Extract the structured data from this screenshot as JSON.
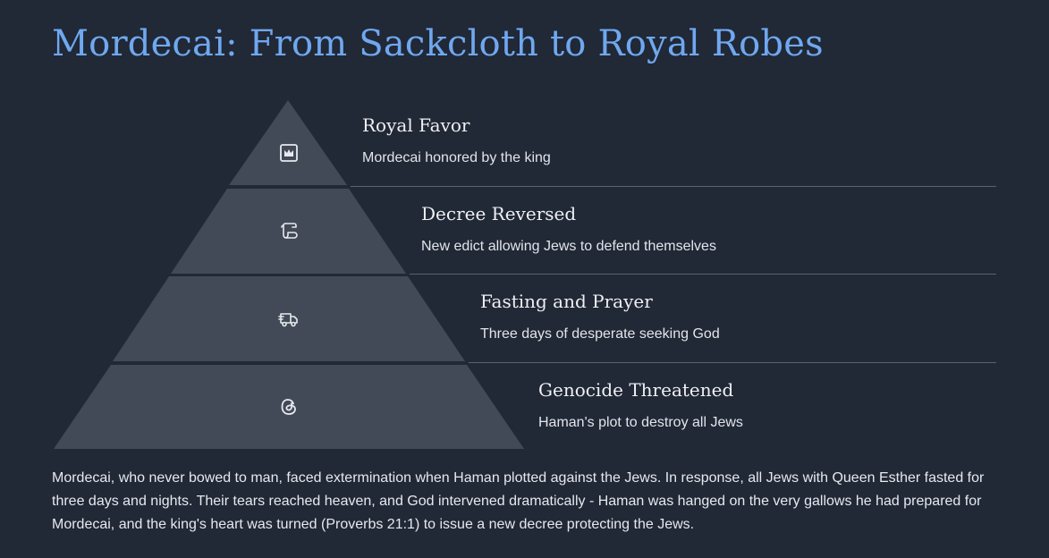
{
  "title": "Mordecai: From Sackcloth to Royal Robes",
  "levels": [
    {
      "title": "Royal Favor",
      "description": "Mordecai honored by the king",
      "icon": "crown-icon"
    },
    {
      "title": "Decree Reversed",
      "description": "New edict allowing Jews to defend themselves",
      "icon": "scroll-icon"
    },
    {
      "title": "Fasting and Prayer",
      "description": "Three days of desperate seeking God",
      "icon": "truck-icon"
    },
    {
      "title": "Genocide Threatened",
      "description": "Haman's plot to destroy all Jews",
      "icon": "threads-icon"
    }
  ],
  "summary": "Mordecai, who never bowed to man, faced extermination when Haman plotted against the Jews. In response, all Jews with Queen Esther fasted for three days and nights. Their tears reached heaven, and God intervened dramatically - Haman was hanged on the very gallows he had prepared for Mordecai, and the king's heart was turned (Proverbs 21:1) to issue a new decree protecting the Jews.",
  "colors": {
    "background": "#212836",
    "pyramid": "#424a57",
    "title": "#6fa8f0",
    "divider": "#5a6270"
  }
}
